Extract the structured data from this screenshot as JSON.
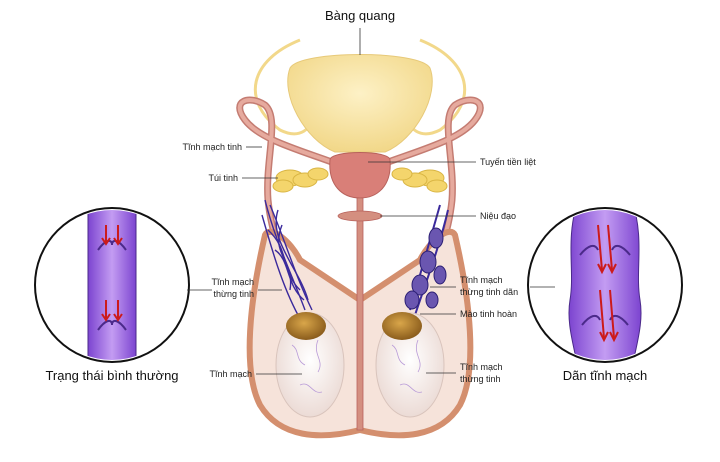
{
  "labels": {
    "bladder": "Bàng quang",
    "testicular_vein": "Tĩnh mạch tinh",
    "seminal_vesicle": "Túi tinh",
    "prostate": "Tuyến tiền liệt",
    "urethra": "Niệu đạo",
    "spermatic_vein_left": [
      "Tĩnh mạch",
      "thừng tinh"
    ],
    "spermatic_vein_dilated": [
      "Tĩnh mạch",
      "thừng tinh dãn"
    ],
    "epididymis": "Mào tinh hoàn",
    "vein": "Tĩnh mạch",
    "spermatic_vein_right": [
      "Tĩnh mạch",
      "thừng tinh"
    ]
  },
  "captions": {
    "normal": "Trạng thái bình thường",
    "dilated": "Dãn tĩnh mạch"
  },
  "colors": {
    "bladder": "#f8e4a0",
    "duct": "#d99a8a",
    "prostate": "#d97f78",
    "vein": "#8b5bd6",
    "vein_dark": "#4b2a8a",
    "scrotum": "#e7a98b",
    "testis": "#f3ece8",
    "epididymis": "#b8862e",
    "arrow": "#cc1b1b"
  }
}
